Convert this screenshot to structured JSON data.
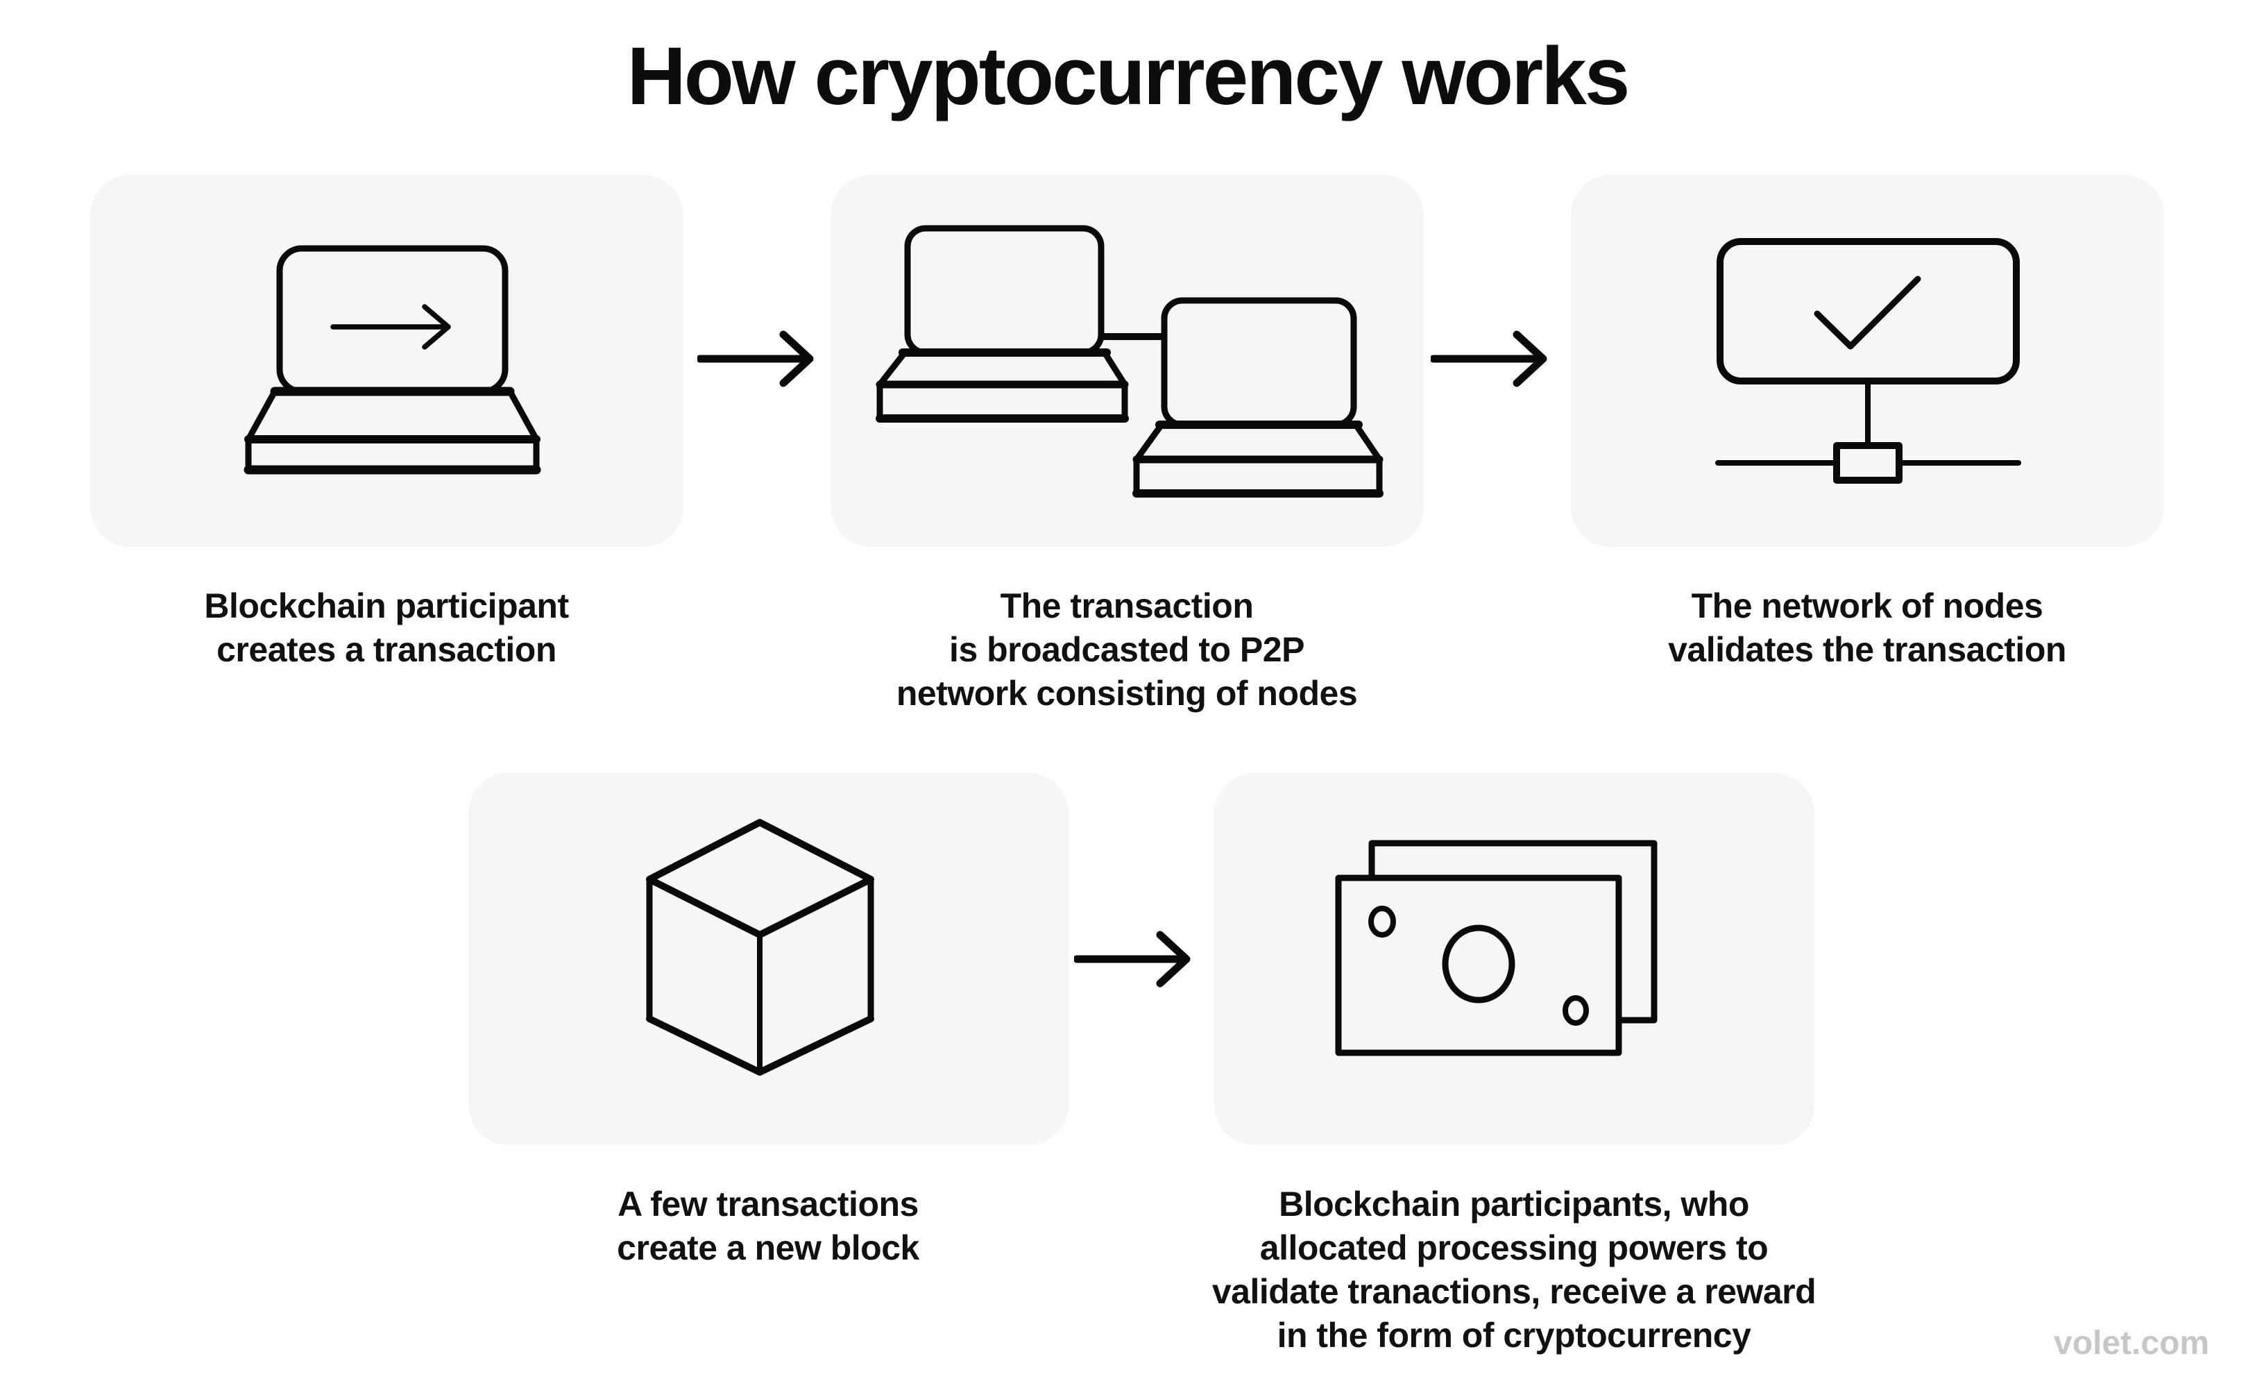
{
  "page": {
    "title": "How cryptocurrency works",
    "watermark": "volet.com"
  },
  "colors": {
    "page_background": "#ffffff",
    "card_background": "#f6f6f6",
    "text": "#111111",
    "icon_stroke": "#0a0a0a",
    "watermark": "#c7c7c7"
  },
  "steps": [
    {
      "icon": "laptop-arrow-icon",
      "caption": "Blockchain participant\ncreates a transaction"
    },
    {
      "icon": "two-laptops-network-icon",
      "caption": "The transaction\nis broadcasted to P2P\nnetwork consisting of nodes"
    },
    {
      "icon": "monitor-checkmark-node-icon",
      "caption": "The network of nodes\nvalidates the transaction"
    },
    {
      "icon": "block-cube-icon",
      "caption": "A few transactions\ncreate a new block"
    },
    {
      "icon": "banknotes-reward-icon",
      "caption": "Blockchain participants, who\nallocated processing powers to\nvalidate tranactions, receive a reward\nin the form of cryptocurrency"
    }
  ],
  "arrows": [
    {
      "name": "flow-arrow-1",
      "direction": "right"
    },
    {
      "name": "flow-arrow-2",
      "direction": "right"
    },
    {
      "name": "flow-arrow-3",
      "direction": "right"
    }
  ]
}
